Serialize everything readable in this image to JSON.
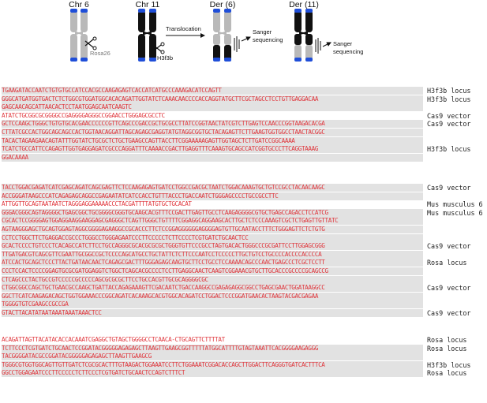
{
  "diagram": {
    "chromosomes": [
      {
        "label": "Chr 6"
      },
      {
        "label": "Chr 11"
      },
      {
        "label": "Der (6)"
      },
      {
        "label": "Der (11)"
      }
    ],
    "cut_sites": [
      "Rosa26",
      "H3f3b"
    ],
    "arrow_label": "Translocation",
    "sanger_label_der6": [
      "Sanger",
      "sequencing"
    ],
    "sanger_label_der11": [
      "Sanger",
      "sequencing"
    ],
    "colors": {
      "chr6": "#b9b9b9",
      "chr11": "#111111",
      "centromere_band": "#1f4ed8",
      "sequence": "#e0363c",
      "row_highlight": "#e2e2e2"
    }
  },
  "blocks": [
    {
      "rows": [
        {
          "seq": "TGAAGATACCAATCTGTGTGCCATCCACGCCAAGAGAGTCACCATCATGCCCAAAGACATCCAGTT",
          "label": "H3f3b locus",
          "shaded": true
        },
        {
          "seq": "GGGCATGATGGTGACTCTCTGGCGTGGATGGCACACAGATTGGTATCTCAAACAACCCCACCAGGTATGCTTCGCTAGCCTCCTGTTGAGGACAA",
          "label": "H3f3b locus",
          "shaded": true
        },
        {
          "seq": "GAGCAACAGCATTAACACTCCTAATGGAGCAATCAAGTC",
          "label": "",
          "shaded": true
        },
        {
          "seq": "ATATCTGCGGCGCGGGGCCGAGGGGAGGGCCGGAACCTGGGAGCGCCTC",
          "label": "Cas9 vector",
          "shaded": false
        },
        {
          "seq": "GCTCCAAGCTGGGCTGTGTGCACGAACCCCCCGTTCAGCCCGACCGCTGCGCCTTATCCGGTAACTATCGTCTTGAGTCCAACCCGGTAAGACACGA",
          "label": "Cas9 vector",
          "shaded": true
        },
        {
          "seq": "CTTATCGCCACTGGCAGCAGCCACTGGTAACAGGATTAGCAGAGCGAGGTATGTAGGCGGTGCTACAGAGTTCTTGAAGTGGTGGCCTAACTACGGC",
          "label": "",
          "shaded": true
        },
        {
          "seq": "TACACTAGAAGAACAGTATTTGGTATCTGCGCTCTGCTGAAGCCAGTTACCTTCGGAAAAAGAGTTGGTAGCTCTTGATCCGGCAAAA",
          "label": "",
          "shaded": true
        },
        {
          "seq": "TCATCTGCCATTCCAGAGTTGGTGAGGAGATCGCCCAGGATTTCAAAACCGACTTGAGGTTTCAAAGTGCAGCCATCGGTGCCCTTCAGGTAAAG",
          "label": "H3f3b locus",
          "shaded": true
        },
        {
          "seq": "GGACAAAA",
          "label": "",
          "shaded": true
        }
      ]
    },
    {
      "rows": [
        {
          "seq": "TACCTGGACGAGATCATCGAGCAGATCAGCGAGTTCTCCAAGAGAGTGATCCTGGCCGACGCTAATCTGGACAAAGTGCTGTCCGCCTACAACAAGC",
          "label": "Cas9 vector",
          "shaded": true
        },
        {
          "seq": "ACCGGGATAAGCCCATCAGAGAGCAGGCCGAGAATATCATCCACCTGTTTACCCTGACCAATCTGGGAGCCCCTGCCGCCTTC",
          "label": "",
          "shaded": true
        },
        {
          "seq": "ATTGGTTGCAGTAATAATCTAGGGAGGAAAAACCCTACGATTTTATGTGCTGCACAT",
          "label": "Mus musculus 6",
          "shaded": false
        },
        {
          "seq": "GGGACGGGCAGTAGGGGCTGAGCGGCTGCGGGGCGGGTGCAAGCACGTTTCCGACTTGAGTTGCCTCAAGAGGGGCGTGCTGAGCCAGACCTCCATCG",
          "label": "Mus musculus 6",
          "shaded": true
        },
        {
          "seq": "CGCACTCCGGGGAGTGGAGGAAGGAAGGAGCGAGGGCTCAGTTGGGCTGTTTTCGGAGGCAGGAAGCACTTGCTCTCCCAAAGTCGCTCTGAGTTGTTATC",
          "label": "",
          "shaded": true
        },
        {
          "seq": "AGTAAGGGAGCTGCAGTGGAGTAGGCGGGGAGAAGGCCGCACCCTTCTCCGGAGGGGGGAGGGGAGTGTTGCAATACCTTTCTGGGAGTTCTCTGTG",
          "label": "",
          "shaded": true
        },
        {
          "seq": "CCTCCTGGCTTCTGAGGACCGCCCTGGGCCTGGGAGAATCCCTTCCCCCTCTTCCCCTCGTGATCTGCAACTCC",
          "label": "",
          "shaded": true
        },
        {
          "seq": "GCACTCCCCTGTCCCTCACAGCCATCTTCCTGCCAGGGCGCACGCGCGCTGGGTGTTCCCGCCTAGTGACACTGGGCCCGCGATTCCTTGGAGCGGG",
          "label": "Cas9 vector",
          "shaded": true
        },
        {
          "seq": "TTGATGACGTCAGCGTTCGAATTGCGGCCGCTCCCCAGCATGCCTGCTATTCTCTTCCCAATCCTCCCCCTTGCTGTCCTGCCCCACCCCACCCCA",
          "label": "",
          "shaded": true
        },
        {
          "seq": "ATCCACTGCAGCTCCCTTACTGATAACAACTCAGAGCGACTTTGGGAGAGCAAGTGCTTCCTGCCTCCAAAACAGCCCAACTGAGCCCTCGCTCCTT",
          "label": "Rosa locus",
          "shaded": true
        },
        {
          "seq": "CCCTCCACTCCCCGGAGTGCGCGATGGAGGTCTGGCTCAGCACGCCCCTCCTTGAGGCAACTCAAGTCGGAAACGTGCTTGCACCCGCCCCGCAGCCG",
          "label": "",
          "shaded": true
        },
        {
          "seq": "CTCAGCCCTACTGCCGTCCCCCGCCCCCAGCGCGCGCTTCCTGCCACGTTGCGCAGGGGCGC",
          "label": "",
          "shaded": true
        },
        {
          "seq": "CTGGCGGCCAGCTGCTGAACGCCAAGCTGATTACCAGAGAAAGTTCGACAATCTGACCAAGGCCGAGAGAGGCGGCCTGAGCGAACTGGATAAGGCC",
          "label": "Cas9 vector",
          "shaded": true
        },
        {
          "seq": "GGCTTCATCAAGAGACAGCTGGTGGAAACCCGGCAGATCACAAAGCACGTGGCACAGATCCTGGACTCCCGGATGAACACTAAGTACGACGAGAA",
          "label": "",
          "shaded": true
        },
        {
          "seq": "TGGGGTGTCGAAGCCGCCGA",
          "label": "",
          "shaded": true
        },
        {
          "seq": "GTACTTACATATAATAAATAAATAAACTCC",
          "label": "Cas9 vector",
          "shaded": true
        }
      ]
    },
    {
      "rows": [
        {
          "seq": "ACAGATTAGTTACATACACCACAAATCGAGGCTGTAGCTGGGGCCTCAACA-CTGCAGTTCTTTTAT",
          "label": "Rosa locus",
          "shaded": false
        },
        {
          "seq": "TCTTCCCTCGTGATCTGCAACTCCGGATACGGGGGAGAGAGCTTAAGTTGAAGCGGTTTTTATGGCATTTTGTAGTAAATTCACGGGGAAGAGGG",
          "label": "Rosa locus",
          "shaded": true
        },
        {
          "seq": "TACGGGGATACGCCGGATACGGGGGAGAGAGCTTAAGTTGAAGCG",
          "label": "",
          "shaded": true
        },
        {
          "seq": "TGGGCGTGGTGGCAGTTGTTGATCTCGCGCACTTTGTAAGACTGGAAATCCTTCTGGAAATCGGACACCAGCTTGGACTTCAGGGTGATCACTTTCA",
          "label": "H3f3b locus",
          "shaded": true
        },
        {
          "seq": "GGCCTGGAGAATCCCTTCCCCCTCTTCCCTCGTGATCTGCAACTCCAGTCTTTCT",
          "label": "Rosa locus",
          "shaded": true
        }
      ]
    }
  ]
}
